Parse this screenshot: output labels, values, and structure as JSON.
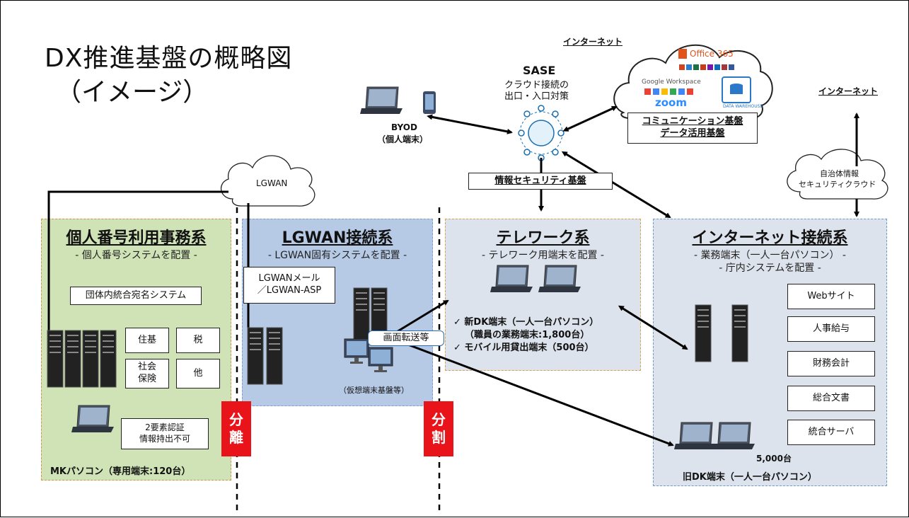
{
  "title": "DX推進基盤の概略図",
  "subtitle": "（イメージ）",
  "internet_top_label": "インターネット",
  "internet_right_label": "インターネット",
  "sase": {
    "title": "SASE",
    "line1": "クラウド接続の",
    "line2": "出口・入口対策"
  },
  "byod": {
    "line1": "BYOD",
    "line2": "（個人端末）"
  },
  "cloud_services": {
    "office_label": "Office 365",
    "google_label": "Google Workspace",
    "zoom_label": "zoom",
    "dwh_label": "DATA WAREHOUSE",
    "footer1": "コミュニケーション基盤",
    "footer2": "データ活用基盤"
  },
  "lgwan_cloud_label": "LGWAN",
  "security_cloud": {
    "line1": "自治体情報",
    "line2": "セキュリティクラウド"
  },
  "security_platform_label": "情報セキュリティ基盤",
  "mynumber": {
    "title": "個人番号利用事務系",
    "subtitle": "- 個人番号システムを配置 -",
    "dantai_label": "団体内統合宛名システム",
    "juki": "住基",
    "zei": "税",
    "shakai1": "社会",
    "shakai2": "保険",
    "ta": "他",
    "auth1": "2要素認証",
    "auth2": "情報持出不可",
    "mk_label": "MKパソコン（専用端末:120台）"
  },
  "lgwan_zone": {
    "title": "LGWAN接続系",
    "subtitle": "- LGWAN固有システムを配置 -",
    "mail1": "LGWANメール",
    "mail2": "／LGWAN-ASP",
    "vdi_label": "（仮想端末基盤等）",
    "screen_transfer": "画面転送等"
  },
  "telework": {
    "title": "テレワーク系",
    "subtitle": "- テレワーク用端末を配置 -",
    "item1": "✓ 新DK端末（一人一台パソコン）",
    "item1_sub": "（職員の業務端末:1,800台）",
    "item2": "✓ モバイル用貸出端末（500台）"
  },
  "internet_zone": {
    "title": "インターネット接続系",
    "subtitle1": "- 業務端末（一人一台パソコン） -",
    "subtitle2": "- 庁内システムを配置 -",
    "systems": [
      "Webサイト",
      "人事給与",
      "財務会計",
      "総合文書",
      "統合サーバ"
    ],
    "count_label": "5,000台",
    "old_dk_label": "旧DK端末（一人一台パソコン）"
  },
  "separation": {
    "bunri1": "分",
    "bunri2": "離",
    "bunkatsu1": "分",
    "bunkatsu2": "割"
  },
  "colors": {
    "mynumber_bg": "#cfe3b6",
    "lgwan_bg": "#b6cae6",
    "telework_bg": "#dde3ec",
    "internet_bg": "#dde3ec",
    "red": "#e8141a"
  }
}
